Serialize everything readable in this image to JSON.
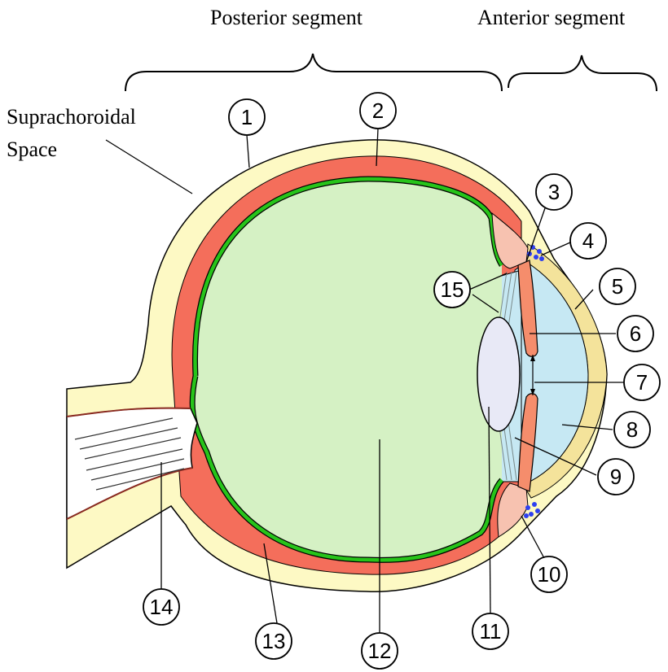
{
  "segments": {
    "posterior": "Posterior segment",
    "anterior": "Anterior segment"
  },
  "suprachoroidal": {
    "line1": "Suprachoroidal",
    "line2": "Space"
  },
  "callouts": [
    "1",
    "2",
    "3",
    "4",
    "5",
    "6",
    "7",
    "8",
    "9",
    "10",
    "11",
    "12",
    "13",
    "14",
    "15"
  ],
  "colors": {
    "sclera": "#fdf9c4",
    "choroid": "#f46e5b",
    "retina": "#27c41a",
    "vitreous": "#d5f1c4",
    "aqueous": "#c6e8f3",
    "cornea": "#f4e39b",
    "iris": "#f58d6c",
    "ciliary": "#f7c2b0",
    "lens": "#e8e9f6",
    "schlemm_dots": "#2d3ff0"
  }
}
